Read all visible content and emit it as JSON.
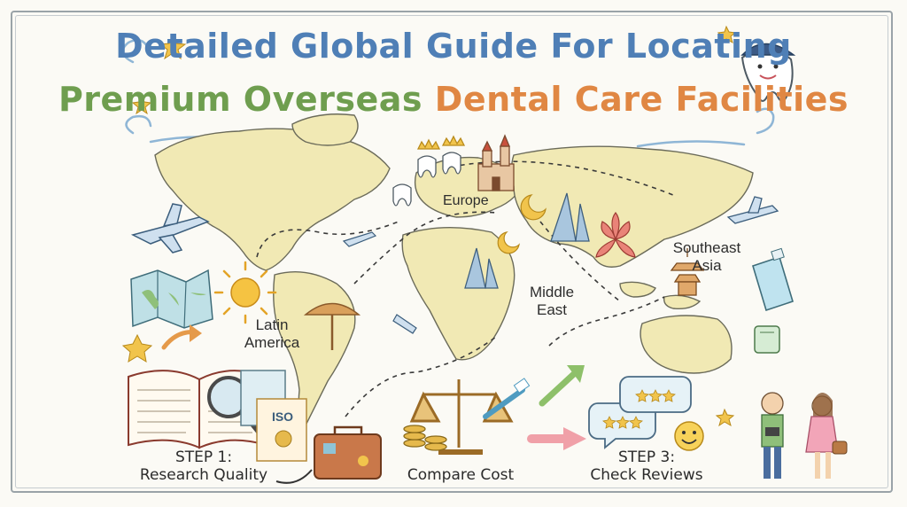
{
  "title": {
    "line1": "Detailed Global Guide For Locating",
    "line2_green": "Premium Overseas",
    "line2_orange": "Dental Care Facilities"
  },
  "regions": {
    "europe": "Europe",
    "latin_america_1": "Latin",
    "latin_america_2": "America",
    "middle_east_1": "Middle",
    "middle_east_2": "East",
    "southeast_asia_1": "Southeast",
    "southeast_asia_2": "Asia"
  },
  "steps": {
    "step1_title": "STEP 1:",
    "step1_label": "Research Quality",
    "step2_label": "Compare Cost",
    "step3_title": "STEP 3:",
    "step3_label": "Check Reviews"
  },
  "iso_label": "ISO",
  "colors": {
    "title_blue": "#4f7fb6",
    "title_green": "#6f9e4f",
    "title_orange": "#e08743",
    "land": "#f1e9b4",
    "ocean": "#fbfaf5"
  }
}
